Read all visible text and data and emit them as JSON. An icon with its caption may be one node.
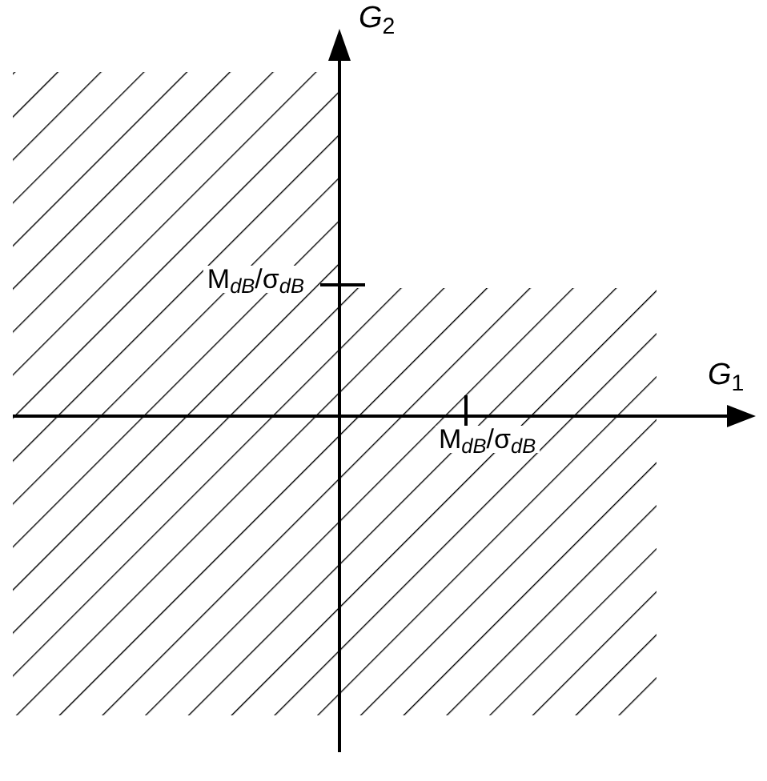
{
  "diagram": {
    "labels": [
      "*G*$_{2}$",
      "M$_{dB}$/σ$_{dB}$",
      "*G*$_{1}$",
      "M$_{dB}$/σ$_{dB}$"
    ]
  }
}
